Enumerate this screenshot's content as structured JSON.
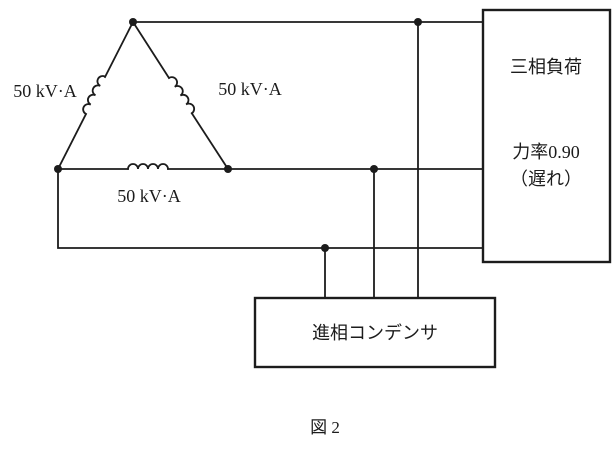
{
  "diagram": {
    "caption": "図 2",
    "transformer_labels": {
      "left": "50 kV·A",
      "right": "50 kV·A",
      "bottom": "50 kV·A"
    },
    "load_box": {
      "line1": "三相負荷",
      "line2": "力率0.90",
      "line3": "（遅れ）"
    },
    "capacitor_box": {
      "label": "進相コンデンサ"
    },
    "colors": {
      "line": "#1c1c1c",
      "background": "#ffffff"
    }
  }
}
